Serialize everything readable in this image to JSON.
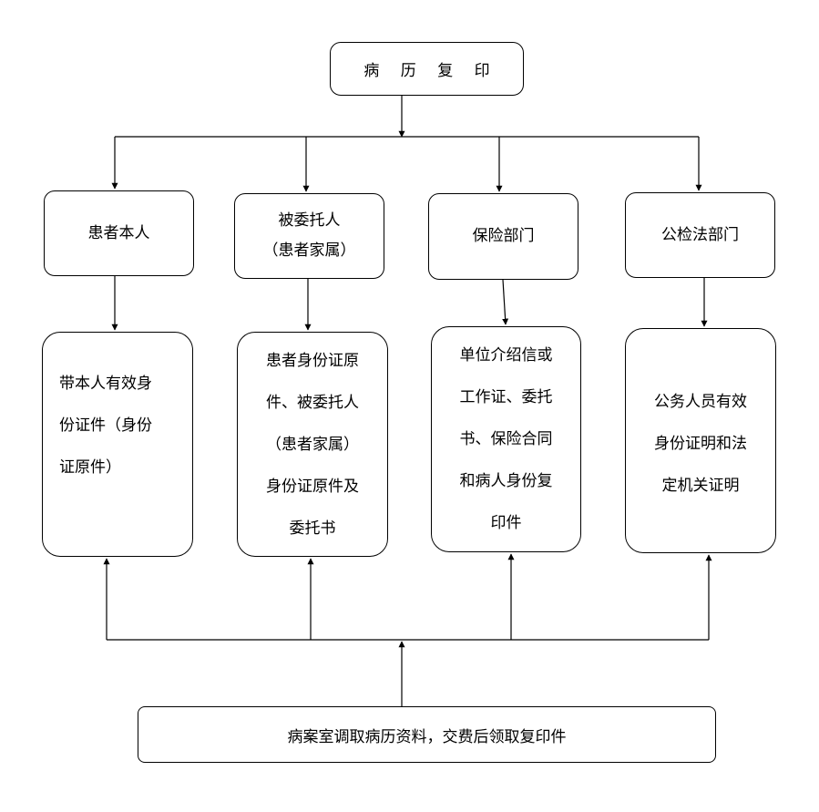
{
  "title": "病 历 复 印",
  "categories": [
    {
      "lines": [
        "患者本人"
      ]
    },
    {
      "lines": [
        "被委托人",
        "（患者家属）"
      ]
    },
    {
      "lines": [
        "保险部门"
      ]
    },
    {
      "lines": [
        "公检法部门"
      ]
    }
  ],
  "requirements": [
    {
      "lines": [
        "带本人有效身",
        "份证件（身份",
        "证原件）"
      ]
    },
    {
      "lines": [
        "患者身份证原",
        "件、被委托人",
        "（患者家属）",
        "身份证原件及",
        "委托书"
      ]
    },
    {
      "lines": [
        "单位介绍信或",
        "工作证、委托",
        "书、保险合同",
        "和病人身份复",
        "印件"
      ]
    },
    {
      "lines": [
        "公务人员有效",
        "身份证明和法",
        "定机关证明"
      ]
    }
  ],
  "bottom": "病案室调取病历资料，交费后领取复印件"
}
